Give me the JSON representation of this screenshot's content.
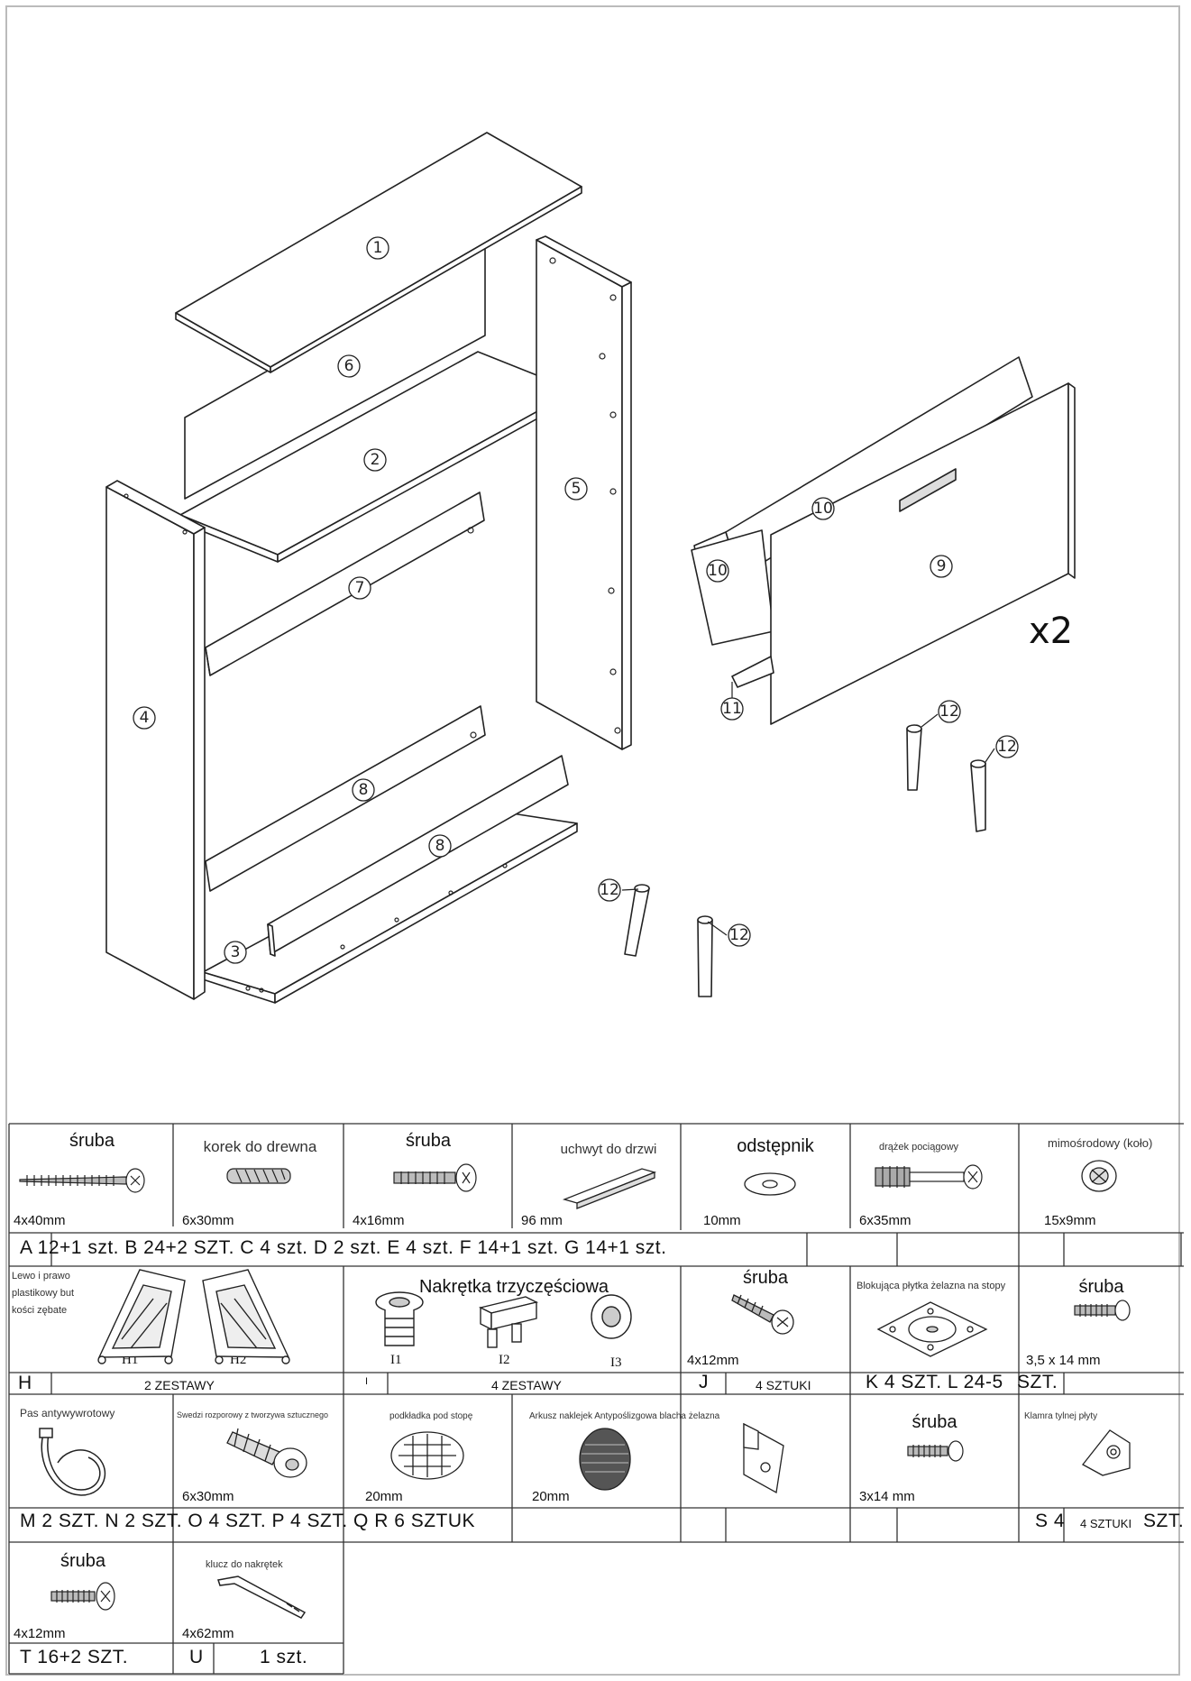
{
  "diagram": {
    "part_numbers": [
      "1",
      "6",
      "2",
      "5",
      "7",
      "4",
      "8",
      "8",
      "3",
      "10",
      "10",
      "9",
      "11",
      "12",
      "12",
      "12",
      "12"
    ],
    "multiplier": "x2"
  },
  "hardware": {
    "row1": {
      "titles": [
        "śruba",
        "korek do drewna",
        "śruba",
        "uchwyt do drzwi",
        "odstępnik",
        "drążek pociągowy",
        "mimośrodowy (koło)"
      ],
      "sizes": [
        "4x40mm",
        "6x30mm",
        "4x16mm",
        "96 mm",
        "10mm",
        "6x35mm",
        "15x9mm"
      ],
      "qty": "A   12+1 szt. B  24+2  SZT. C  4  szt.  D  2  szt.  E  4  szt.  F  14+1  szt.  G  14+1  szt."
    },
    "row2": {
      "h_title": "Lewo i prawo plastikowy but kości zębate",
      "h_sub": [
        "H1",
        "H2"
      ],
      "nut_title": "Nakrętka trzyczęściowa",
      "nut_sub": [
        "I1",
        "I2",
        "I3"
      ],
      "screw_title": "śruba",
      "screw_size": "4x12mm",
      "plate_title": "Blokująca płytka żelazna na stopy",
      "screw2_title": "śruba",
      "screw2_size": "3,5 x 14 mm",
      "H": "H",
      "H_qty": "2 ZESTAWY",
      "I": "I",
      "I_qty": "4 ZESTAWY",
      "J": "J",
      "J_qty": "4 SZTUKI",
      "KL": "K  4  SZT.  L  24-5",
      "KL_end": "SZT."
    },
    "row3": {
      "titles": [
        "Pas antywywrotowy",
        "Swedzi rozporowy z tworzywa sztucznego",
        "podkładka pod stopę",
        "Arkusz naklejek Antypoślizgowa blacha żelazna",
        "śruba",
        "Klamra tylnej płyty"
      ],
      "sizes": [
        "6x30mm",
        "20mm",
        "20mm",
        "3x14 mm"
      ],
      "qty": "M  2  SZT.  N  2  SZT.  O  4  SZT.  P  4  SZT.  Q R  6  SZTUK",
      "S": "S  4",
      "S_small": "4 SZTUKI",
      "S_end": "SZT."
    },
    "row4": {
      "titles": [
        "śruba",
        "klucz do nakrętek"
      ],
      "sizes": [
        "4x12mm",
        "4x62mm"
      ],
      "T": "T  16+2  SZT.",
      "U": "U",
      "U_qty": "1  szt."
    }
  },
  "colors": {
    "line": "#222222",
    "grid": "#333333",
    "frame": "#bbbbbb"
  }
}
